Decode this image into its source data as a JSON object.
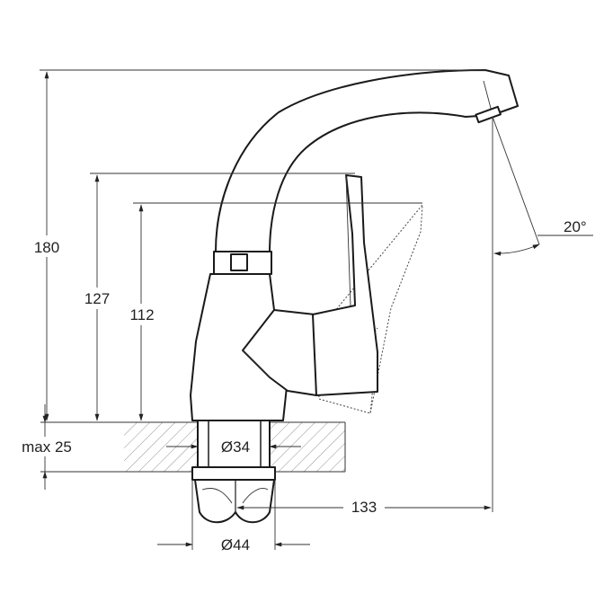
{
  "dimensions": {
    "total_height": "180",
    "lever_height": "127",
    "body_height": "112",
    "max_thickness": "max 25",
    "pipe_diameter": "Ø34",
    "nut_diameter": "Ø44",
    "spout_reach": "133",
    "spout_angle": "20°"
  }
}
